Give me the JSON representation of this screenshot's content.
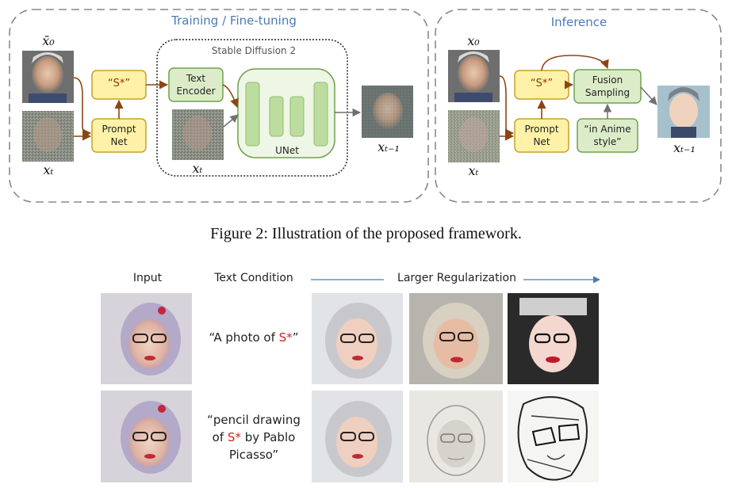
{
  "figure": {
    "training_title": "Training / Fine-tuning",
    "inference_title": "Inference",
    "sd2_label": "Stable Diffusion 2",
    "prompt_net": [
      "Prompt",
      "Net"
    ],
    "s_star_token": "“S*”",
    "text_encoder": [
      "Text",
      "Encoder"
    ],
    "unet": "UNet",
    "fusion_sampling": [
      "Fusion",
      "Sampling"
    ],
    "anime_prompt": [
      "“in Anime",
      "style”"
    ],
    "x0_label": "x̄₀",
    "xt_label": "xₜ",
    "xt1_label": "xₜ₋₁",
    "x0_plain": "x₀",
    "caption": "Figure 2: Illustration of the proposed framework."
  },
  "grid": {
    "col_input": "Input",
    "col_text": "Text Condition",
    "col_reg": "Larger Regularization",
    "row1": {
      "before": "“A photo of ",
      "token": "S*",
      "after": "”"
    },
    "row2": {
      "line1": "“pencil drawing",
      "line2_pre": "of ",
      "token": "S*",
      "line2_post": " by Pablo",
      "line3": "Picasso”"
    }
  },
  "colors": {
    "dashed_border": "#8a8a8a",
    "yellow_box_fill": "#fff2a8",
    "yellow_box_stroke": "#c8a028",
    "green_box_fill": "#dcecc8",
    "green_box_stroke": "#6fa14e",
    "arrow_brown": "#8b4513",
    "arrow_gray": "#707070",
    "section_title_blue": "#4a7ab6",
    "token_red": "#d92020"
  }
}
